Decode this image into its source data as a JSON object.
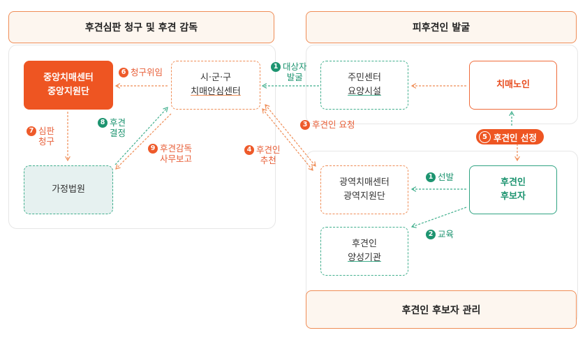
{
  "headers": {
    "left": "후견심판 청구 및 후견 감독",
    "right_top": "피후견인 발굴",
    "right_bottom": "후견인 후보자 관리"
  },
  "nodes": {
    "central": [
      "중앙치매센터",
      "중앙지원단"
    ],
    "sigungu": [
      "시·군·구",
      "치매안심센터"
    ],
    "court": [
      "가정법원"
    ],
    "community": [
      "주민센터",
      "요양시설"
    ],
    "patient": [
      "치매노인"
    ],
    "regional": [
      "광역치매센터",
      "광역지원단"
    ],
    "candidate": [
      "후견인",
      "후보자"
    ],
    "training": [
      "후견인",
      "양성기관"
    ]
  },
  "labels": {
    "l1": {
      "num": "1",
      "text": [
        "대상자",
        "발굴"
      ]
    },
    "l2": {
      "num": "2",
      "text": [
        "교육"
      ]
    },
    "l3": {
      "num": "3",
      "text": [
        "후견인 요청"
      ]
    },
    "l4": {
      "num": "4",
      "text": [
        "후견인",
        "추천"
      ]
    },
    "l5": {
      "num": "5",
      "text": "후견인 선정"
    },
    "l6": {
      "num": "6",
      "text": [
        "청구위임"
      ]
    },
    "l7": {
      "num": "7",
      "text": [
        "심판",
        "청구"
      ]
    },
    "l8": {
      "num": "8",
      "text": [
        "후견",
        "결정"
      ]
    },
    "l9": {
      "num": "9",
      "text": [
        "후견감독",
        "사무보고"
      ]
    },
    "l10": {
      "num": "1",
      "text": [
        "선발"
      ]
    }
  },
  "colors": {
    "orange": "#ee5522",
    "orange_line": "#ef8c55",
    "green": "#1d9470",
    "green_line": "#3fae8c"
  }
}
